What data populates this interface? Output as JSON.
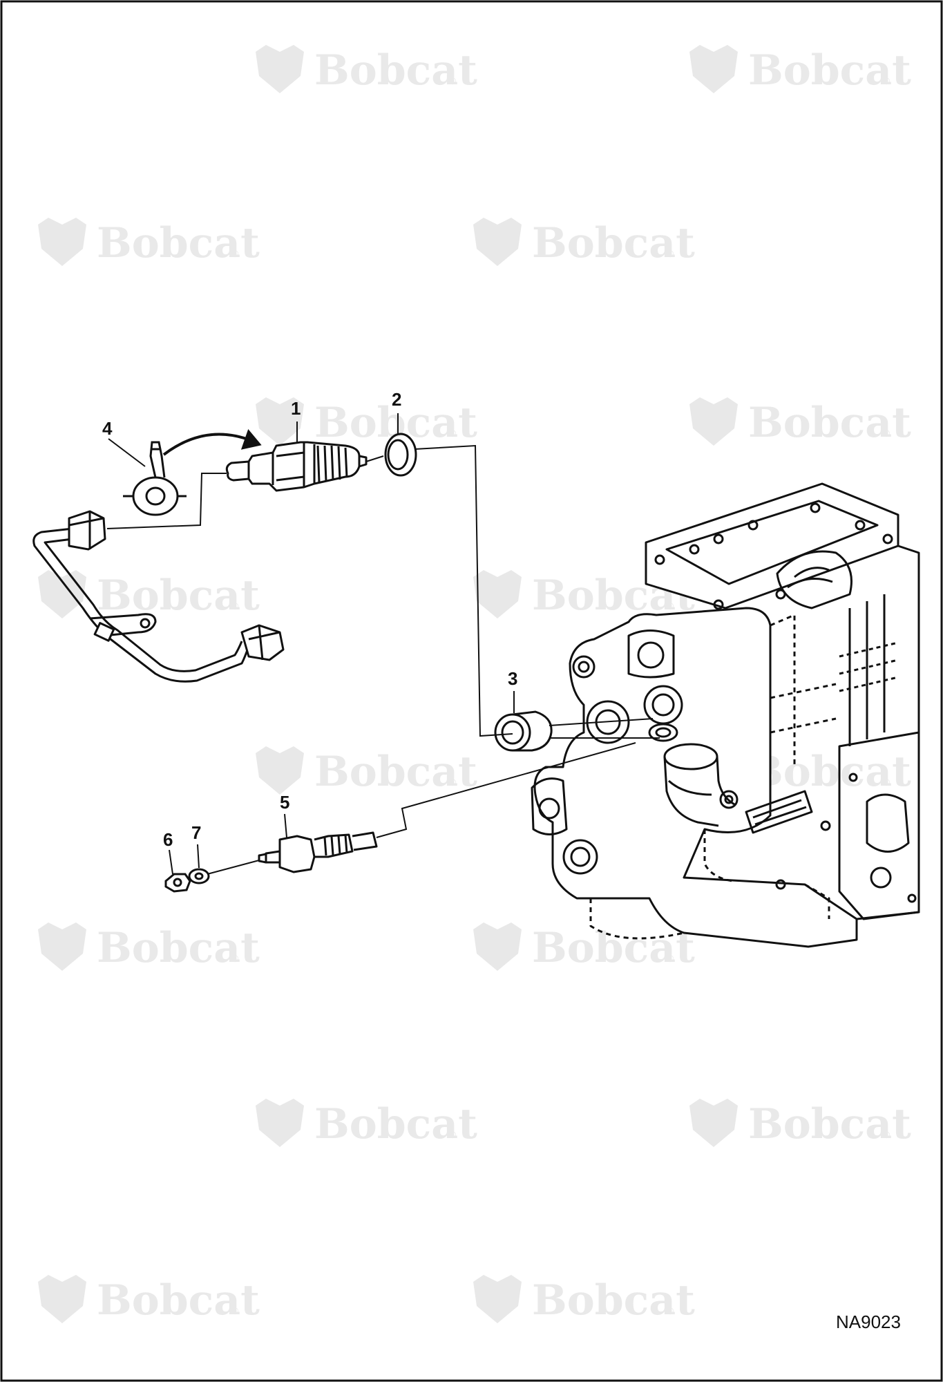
{
  "watermark": {
    "text": "Bobcat",
    "registered": "®",
    "color": "#e8e8e8"
  },
  "callouts": [
    {
      "id": "1",
      "label": "1"
    },
    {
      "id": "2",
      "label": "2"
    },
    {
      "id": "3",
      "label": "3"
    },
    {
      "id": "4",
      "label": "4"
    },
    {
      "id": "5",
      "label": "5"
    },
    {
      "id": "6",
      "label": "6"
    },
    {
      "id": "7",
      "label": "7"
    }
  ],
  "figure_id": "NA9023",
  "colors": {
    "line": "#111111",
    "background": "#ffffff"
  }
}
